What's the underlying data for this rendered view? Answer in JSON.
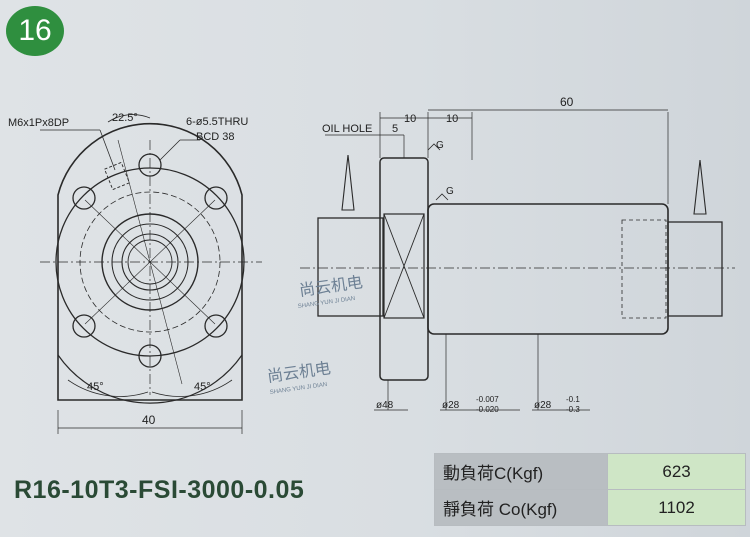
{
  "badge": "16",
  "model": "R16-10T3-FSI-3000-0.05",
  "table": {
    "rows": [
      {
        "label": "動負荷C(Kgf)",
        "value": "623"
      },
      {
        "label": "靜負荷 Co(Kgf)",
        "value": "1102"
      }
    ]
  },
  "watermark": {
    "text": "尚云机电",
    "sub": "SHANG YUN JI DIAN"
  },
  "front_view": {
    "thread": "M6x1Px8DP",
    "angle_top": "22.5°",
    "holes": "6-ø5.5THRU",
    "bcd": "BCD 38",
    "angle_left": "45°",
    "angle_right": "45°",
    "width": "40"
  },
  "side_view": {
    "dim_10a": "10",
    "dim_10b": "10",
    "dim_60": "60",
    "oil_hole": "OIL HOLE",
    "dim_5": "5",
    "g_top": "G",
    "g_mid": "G",
    "d48": "ø48",
    "d28_main": "ø28",
    "d28_up": "-0.007",
    "d28_dn": "-0.020",
    "d28b_main": "ø28",
    "d28b_up": "-0.1",
    "d28b_dn": "-0.3"
  },
  "colors": {
    "badge": "#2f8f3f",
    "model": "#2a4a35",
    "value_cell": "#cfe6c6",
    "label_cell": "#b9bec2"
  }
}
